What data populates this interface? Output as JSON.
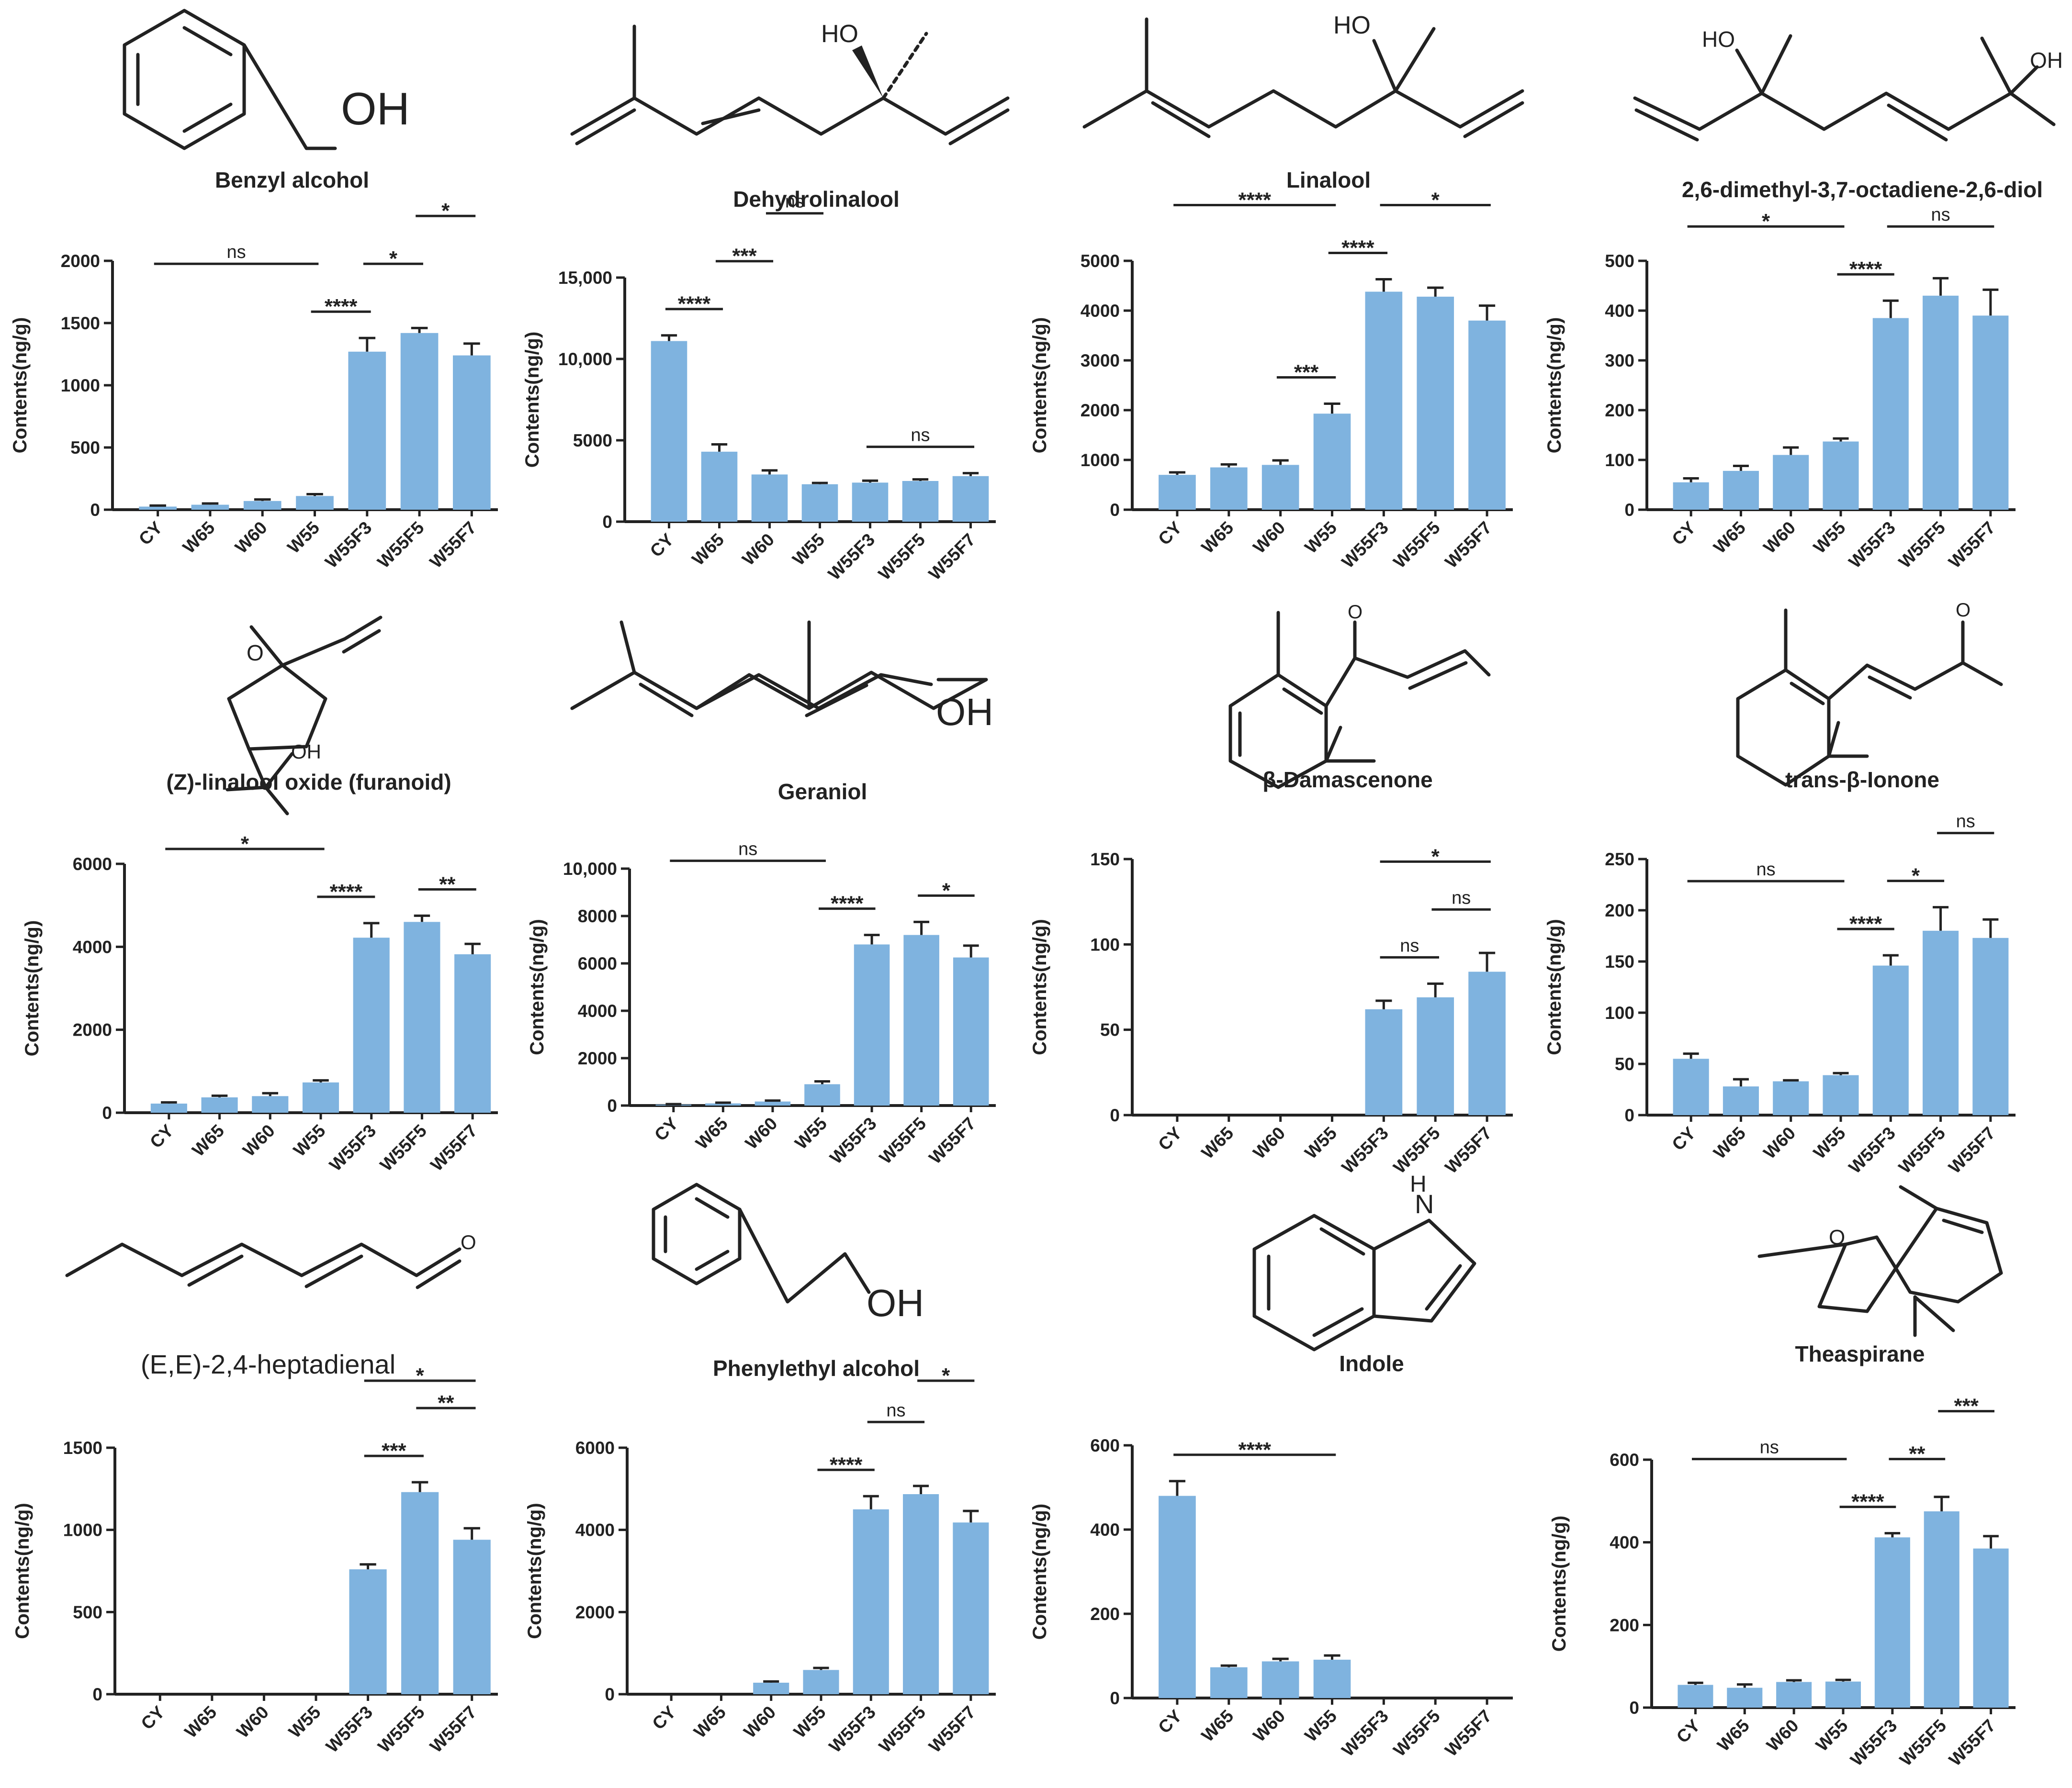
{
  "categories": [
    "CY",
    "W65",
    "W60",
    "W55",
    "W55F3",
    "W55F5",
    "W55F7"
  ],
  "ylabel": "Contents(ng/g)",
  "colors": {
    "bar": "#7fb3df",
    "axis": "#222222"
  },
  "chart_data": [
    {
      "type": "bar",
      "title": "Benzyl alcohol",
      "ylabel": "Contents(ng/g)",
      "categories": [
        "CY",
        "W65",
        "W60",
        "W55",
        "W55F3",
        "W55F5",
        "W55F7"
      ],
      "values": [
        25,
        40,
        70,
        110,
        1270,
        1420,
        1240
      ],
      "errors": [
        8,
        10,
        12,
        15,
        110,
        40,
        95
      ],
      "yticks": [
        0,
        500,
        1000,
        1500,
        2000
      ],
      "yticklabels": [
        "0",
        "500",
        "1000",
        "1500",
        "2000"
      ],
      "ylim": [
        0,
        2000
      ],
      "significance": [
        {
          "from": 0,
          "to": 3,
          "label": "ns"
        },
        {
          "from": 3,
          "to": 4,
          "label": "****"
        },
        {
          "from": 4,
          "to": 5,
          "label": "*"
        },
        {
          "from": 5,
          "to": 6,
          "label": "*"
        }
      ]
    },
    {
      "type": "bar",
      "title": "Dehydrolinalool",
      "ylabel": "Contents(ng/g)",
      "categories": [
        "CY",
        "W65",
        "W60",
        "W55",
        "W55F3",
        "W55F5",
        "W55F7"
      ],
      "values": [
        11100,
        4300,
        2900,
        2300,
        2400,
        2500,
        2800
      ],
      "errors": [
        350,
        450,
        250,
        80,
        120,
        100,
        180
      ],
      "yticks": [
        0,
        5000,
        10000,
        15000
      ],
      "yticklabels": [
        "0",
        "5000",
        "10,000",
        "15,000"
      ],
      "ylim": [
        0,
        15000
      ],
      "significance": [
        {
          "from": 0,
          "to": 1,
          "label": "****"
        },
        {
          "from": 1,
          "to": 2,
          "label": "***"
        },
        {
          "from": 2,
          "to": 3,
          "label": "ns"
        },
        {
          "from": 4,
          "to": 6,
          "label": "ns"
        }
      ]
    },
    {
      "type": "bar",
      "title": "Linalool",
      "ylabel": "Contents(ng/g)",
      "categories": [
        "CY",
        "W65",
        "W60",
        "W55",
        "W55F3",
        "W55F5",
        "W55F7"
      ],
      "values": [
        700,
        850,
        900,
        1930,
        4380,
        4280,
        3800
      ],
      "errors": [
        50,
        60,
        90,
        200,
        250,
        180,
        300
      ],
      "yticks": [
        0,
        1000,
        2000,
        3000,
        4000,
        5000
      ],
      "yticklabels": [
        "0",
        "1000",
        "2000",
        "3000",
        "4000",
        "5000"
      ],
      "ylim": [
        0,
        5000
      ],
      "significance": [
        {
          "from": 0,
          "to": 3,
          "label": "****"
        },
        {
          "from": 2,
          "to": 3,
          "label": "***"
        },
        {
          "from": 3,
          "to": 4,
          "label": "****"
        },
        {
          "from": 4,
          "to": 6,
          "label": "*"
        }
      ]
    },
    {
      "type": "bar",
      "title": "2,6-dimethyl-3,7-octadiene-2,6-diol",
      "ylabel": "Contents(ng/g)",
      "categories": [
        "CY",
        "W65",
        "W60",
        "W55",
        "W55F3",
        "W55F5",
        "W55F7"
      ],
      "values": [
        55,
        78,
        110,
        137,
        385,
        430,
        390
      ],
      "errors": [
        8,
        10,
        15,
        6,
        35,
        35,
        52
      ],
      "yticks": [
        0,
        100,
        200,
        300,
        400,
        500
      ],
      "yticklabels": [
        "0",
        "100",
        "200",
        "300",
        "400",
        "500"
      ],
      "ylim": [
        0,
        500
      ],
      "significance": [
        {
          "from": 0,
          "to": 3,
          "label": "*"
        },
        {
          "from": 3,
          "to": 4,
          "label": "****"
        },
        {
          "from": 4,
          "to": 6,
          "label": "ns"
        }
      ]
    },
    {
      "type": "bar",
      "title": "(Z)-linalool oxide (furanoid)",
      "ylabel": "Contents(ng/g)",
      "categories": [
        "CY",
        "W65",
        "W60",
        "W55",
        "W55F3",
        "W55F5",
        "W55F7"
      ],
      "values": [
        220,
        370,
        400,
        730,
        4220,
        4600,
        3820
      ],
      "errors": [
        30,
        40,
        70,
        50,
        350,
        150,
        250
      ],
      "yticks": [
        0,
        2000,
        4000,
        6000
      ],
      "yticklabels": [
        "0",
        "2000",
        "4000",
        "6000"
      ],
      "ylim": [
        0,
        6000
      ],
      "significance": [
        {
          "from": 0,
          "to": 3,
          "label": "*"
        },
        {
          "from": 3,
          "to": 4,
          "label": "****"
        },
        {
          "from": 5,
          "to": 6,
          "label": "**"
        }
      ]
    },
    {
      "type": "bar",
      "title": "Geraniol",
      "ylabel": "Contents(ng/g)",
      "categories": [
        "CY",
        "W65",
        "W60",
        "W55",
        "W55F3",
        "W55F5",
        "W55F7"
      ],
      "values": [
        40,
        90,
        170,
        900,
        6800,
        7200,
        6250
      ],
      "errors": [
        20,
        30,
        40,
        120,
        400,
        550,
        500
      ],
      "yticks": [
        0,
        2000,
        4000,
        6000,
        8000,
        10000
      ],
      "yticklabels": [
        "0",
        "2000",
        "4000",
        "6000",
        "8000",
        "10,000"
      ],
      "ylim": [
        0,
        10000
      ],
      "significance": [
        {
          "from": 0,
          "to": 3,
          "label": "ns"
        },
        {
          "from": 3,
          "to": 4,
          "label": "****"
        },
        {
          "from": 5,
          "to": 6,
          "label": "*"
        }
      ]
    },
    {
      "type": "bar",
      "title": "β-Damascenone",
      "ylabel": "Contents(ng/g)",
      "categories": [
        "CY",
        "W65",
        "W60",
        "W55",
        "W55F3",
        "W55F5",
        "W55F7"
      ],
      "values": [
        0,
        0,
        0,
        0,
        62,
        69,
        84
      ],
      "errors": [
        0,
        0,
        0,
        0,
        5,
        8,
        11
      ],
      "yticks": [
        0,
        50,
        100,
        150
      ],
      "yticklabels": [
        "0",
        "50",
        "100",
        "150"
      ],
      "ylim": [
        0,
        150
      ],
      "significance": [
        {
          "from": 4,
          "to": 6,
          "label": "*"
        },
        {
          "from": 4,
          "to": 5,
          "label": "ns"
        },
        {
          "from": 5,
          "to": 6,
          "label": "ns"
        }
      ]
    },
    {
      "type": "bar",
      "title": "trans-β-Ionone",
      "ylabel": "Contents(ng/g)",
      "categories": [
        "CY",
        "W65",
        "W60",
        "W55",
        "W55F3",
        "W55F5",
        "W55F7"
      ],
      "values": [
        55,
        28,
        33,
        39,
        146,
        180,
        173
      ],
      "errors": [
        5,
        7,
        1,
        2,
        10,
        23,
        18
      ],
      "yticks": [
        0,
        50,
        100,
        150,
        200,
        250
      ],
      "yticklabels": [
        "0",
        "50",
        "100",
        "150",
        "200",
        "250"
      ],
      "ylim": [
        0,
        250
      ],
      "significance": [
        {
          "from": 0,
          "to": 3,
          "label": "ns"
        },
        {
          "from": 3,
          "to": 4,
          "label": "****"
        },
        {
          "from": 4,
          "to": 5,
          "label": "*"
        },
        {
          "from": 5,
          "to": 6,
          "label": "ns"
        }
      ]
    },
    {
      "type": "bar",
      "title": "(E,E)-2,4-heptadienal",
      "ylabel": "Contents(ng/g)",
      "categories": [
        "CY",
        "W65",
        "W60",
        "W55",
        "W55F3",
        "W55F5",
        "W55F7"
      ],
      "values": [
        0,
        0,
        0,
        0,
        760,
        1230,
        940
      ],
      "errors": [
        0,
        0,
        0,
        0,
        30,
        60,
        70
      ],
      "yticks": [
        0,
        500,
        1000,
        1500
      ],
      "yticklabels": [
        "0",
        "500",
        "1000",
        "1500"
      ],
      "ylim": [
        0,
        1500
      ],
      "significance": [
        {
          "from": 4,
          "to": 6,
          "label": "*"
        },
        {
          "from": 4,
          "to": 5,
          "label": "***"
        },
        {
          "from": 5,
          "to": 6,
          "label": "**"
        }
      ]
    },
    {
      "type": "bar",
      "title": "Phenylethyl alcohol",
      "ylabel": "Contents(ng/g)",
      "categories": [
        "CY",
        "W65",
        "W60",
        "W55",
        "W55F3",
        "W55F5",
        "W55F7"
      ],
      "values": [
        0,
        0,
        280,
        590,
        4500,
        4870,
        4180
      ],
      "errors": [
        0,
        0,
        30,
        50,
        320,
        200,
        280
      ],
      "yticks": [
        0,
        2000,
        4000,
        6000
      ],
      "yticklabels": [
        "0",
        "2000",
        "4000",
        "6000"
      ],
      "ylim": [
        0,
        6000
      ],
      "significance": [
        {
          "from": 3,
          "to": 4,
          "label": "****"
        },
        {
          "from": 4,
          "to": 5,
          "label": "ns"
        },
        {
          "from": 5,
          "to": 6,
          "label": "*"
        }
      ]
    },
    {
      "type": "bar",
      "title": "Indole",
      "ylabel": "Contents(ng/g)",
      "categories": [
        "CY",
        "W65",
        "W60",
        "W55",
        "W55F3",
        "W55F5",
        "W55F7"
      ],
      "values": [
        480,
        73,
        87,
        91,
        0,
        0,
        0
      ],
      "errors": [
        35,
        4,
        6,
        10,
        0,
        0,
        0
      ],
      "yticks": [
        0,
        200,
        400,
        600
      ],
      "yticklabels": [
        "0",
        "200",
        "400",
        "600"
      ],
      "ylim": [
        0,
        600
      ],
      "significance": [
        {
          "from": 0,
          "to": 3,
          "label": "****"
        }
      ]
    },
    {
      "type": "bar",
      "title": "Theaspirane",
      "ylabel": "Contents(ng/g)",
      "categories": [
        "CY",
        "W65",
        "W60",
        "W55",
        "W55F3",
        "W55F5",
        "W55F7"
      ],
      "values": [
        55,
        48,
        62,
        63,
        412,
        475,
        385
      ],
      "errors": [
        5,
        8,
        4,
        4,
        10,
        35,
        30
      ],
      "yticks": [
        0,
        200,
        400,
        600
      ],
      "yticklabels": [
        "0",
        "200",
        "400",
        "600"
      ],
      "ylim": [
        0,
        600
      ],
      "significance": [
        {
          "from": 0,
          "to": 3,
          "label": "ns"
        },
        {
          "from": 3,
          "to": 4,
          "label": "****"
        },
        {
          "from": 4,
          "to": 5,
          "label": "**"
        },
        {
          "from": 5,
          "to": 6,
          "label": "***"
        }
      ]
    }
  ],
  "compounds": {
    "benzyl_alcohol": {
      "name": "Benzyl alcohol",
      "atoms": [
        "OH"
      ]
    },
    "dehydrolinalool": {
      "name": "Dehydrolinalool",
      "atoms": [
        "HO"
      ]
    },
    "linalool": {
      "name": "Linalool",
      "atoms": [
        "HO"
      ]
    },
    "octadienediol": {
      "name": "2,6-dimethyl-3,7-octadiene-2,6-diol",
      "atoms": [
        "HO",
        "OH"
      ]
    },
    "linalool_oxide": {
      "name": "(Z)-linalool oxide (furanoid)",
      "atoms": [
        "O",
        "OH"
      ]
    },
    "geraniol": {
      "name": "Geraniol",
      "atoms": [
        "OH"
      ]
    },
    "damascenone": {
      "name": "β-Damascenone",
      "atoms": [
        "O"
      ]
    },
    "ionone": {
      "name": "trans-β-Ionone",
      "atoms": [
        "O"
      ]
    },
    "heptadienal": {
      "name": "(E,E)-2,4-heptadienal",
      "atoms": [
        "O"
      ]
    },
    "phenylethyl": {
      "name": "Phenylethyl alcohol",
      "atoms": [
        "OH"
      ]
    },
    "indole": {
      "name": "Indole",
      "atoms": [
        "H",
        "N"
      ]
    },
    "theaspirane": {
      "name": "Theaspirane",
      "atoms": [
        "O"
      ]
    }
  }
}
